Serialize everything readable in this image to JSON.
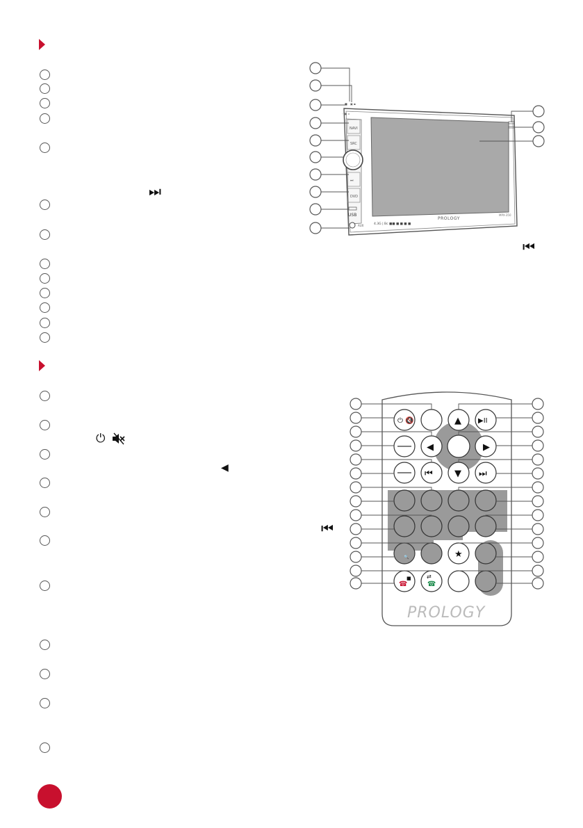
{
  "sections": [
    {
      "id": "head-unit",
      "marker": "red-triangle-marker"
    },
    {
      "id": "remote-control",
      "marker": "red-triangle-marker"
    }
  ],
  "icons": {
    "fast_forward": "⏭",
    "rewind": "⏮",
    "power": "⏻",
    "mute": "🔇",
    "left_arrow": "◀",
    "up_arrow": "▲",
    "down_arrow": "▼",
    "right_arrow": "▶",
    "play_pause": "▶II",
    "star": "★",
    "stop": "■"
  },
  "head_unit": {
    "brand": "PROLOGY",
    "buttons": [
      "NAVI",
      "SRC",
      "DVD"
    ],
    "usb_label": "USB",
    "aux_label": "AUX"
  },
  "remote": {
    "brand": "PROLOGY"
  },
  "colors": {
    "accent": "#c8102e",
    "screen": "#a9a9a9",
    "keypad": "#9a9a9a"
  }
}
